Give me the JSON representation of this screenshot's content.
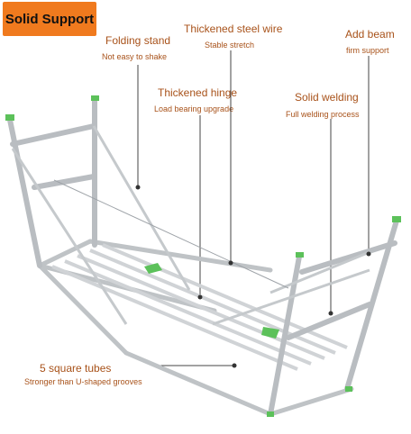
{
  "badge": "Solid Support",
  "callouts": {
    "folding_stand": {
      "title": "Folding stand",
      "sub": "Not easy to shake"
    },
    "steel_wire": {
      "title": "Thickened steel wire",
      "sub": "Stable stretch"
    },
    "beam": {
      "title": "Add beam",
      "sub": "firm support"
    },
    "hinge": {
      "title": "Thickened hinge",
      "sub": "Load bearing upgrade"
    },
    "welding": {
      "title": "Solid welding",
      "sub": "Full welding process"
    },
    "tubes": {
      "title": "5 square tubes",
      "sub": "Stronger than U-shaped grooves"
    }
  },
  "colors": {
    "badge": "#f07a1e",
    "callout_text": "#a8521a",
    "frame": "#c9cccf",
    "cap": "#5cc15a"
  }
}
